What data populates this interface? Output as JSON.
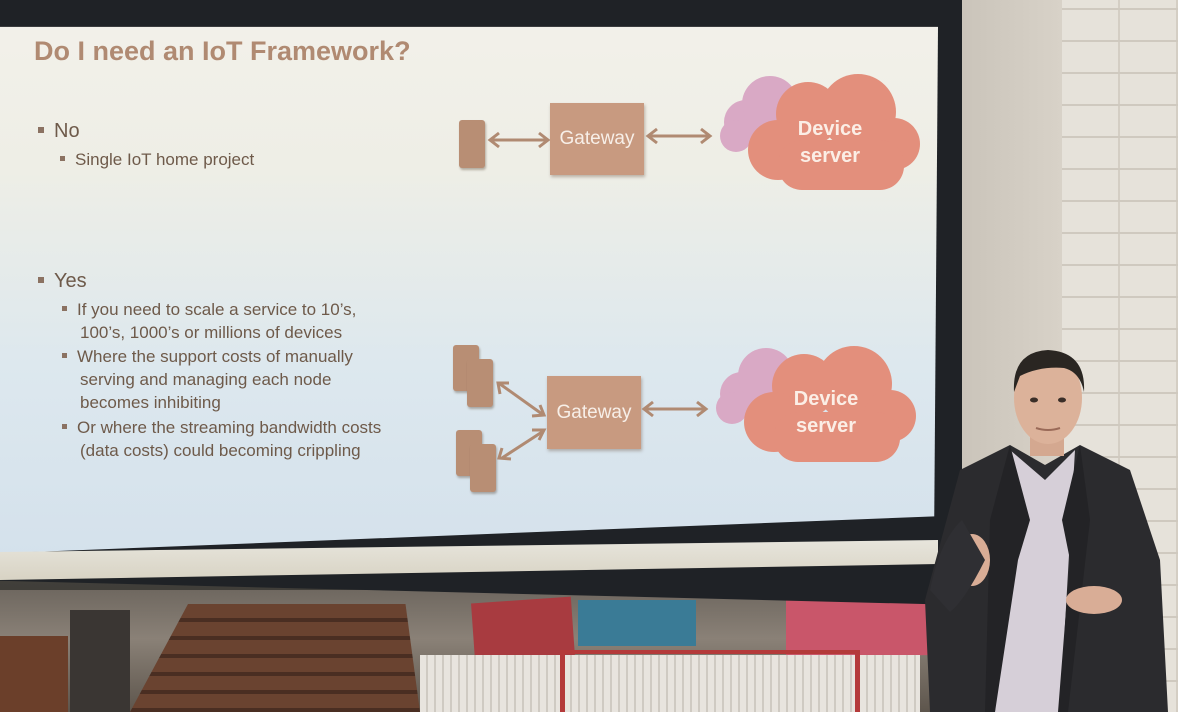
{
  "slide": {
    "title": "Do I need an IoT Framework?",
    "no": {
      "label": "No",
      "points": [
        "Single IoT home project"
      ],
      "gateway": "Gateway",
      "cloud_line1": "Device",
      "cloud_line2": "server"
    },
    "yes": {
      "label": "Yes",
      "points": [
        [
          "If you need to scale a service to 10’s,",
          "100’s, 1000’s or millions of devices"
        ],
        [
          "Where the support costs of manually",
          "serving and managing each node",
          "becomes inhibiting"
        ],
        [
          "Or where the streaming bandwidth costs",
          "(data costs) could becoming crippling"
        ]
      ],
      "gateway": "Gateway",
      "cloud_line1": "Device",
      "cloud_line2": "server"
    }
  },
  "colors": {
    "title": "#b08a72",
    "gateway": "#c89a80",
    "cloud": "#e38f7c",
    "cloud_back": "#d7a7c2",
    "body_text": "#6e5a4a"
  },
  "icons": [
    "device-icon",
    "cloud-icon",
    "double-arrow-icon",
    "bullet-square-icon"
  ]
}
